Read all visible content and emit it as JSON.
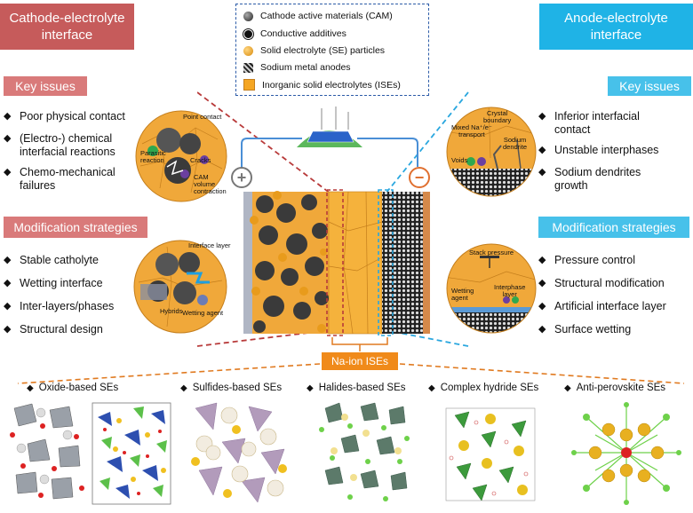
{
  "legend": {
    "items": [
      {
        "label": "Cathode active materials (CAM)",
        "color": "#3a3a3a"
      },
      {
        "label": "Conductive additives",
        "color": "#111111"
      },
      {
        "label": "Solid electrolyte (SE) particles",
        "color": "#f2a62b"
      },
      {
        "label": "Sodium metal anodes",
        "color": "#555555"
      },
      {
        "label": "Inorganic solid electrolytes (ISEs)",
        "color": "#f5a623"
      }
    ]
  },
  "left": {
    "header": "Cathode-electrolyte\ninterface",
    "key_issues_label": "Key issues",
    "key_issues": [
      "Poor physical contact",
      "(Electro-) chemical\ninterfacial reactions",
      "Chemo-mechanical\nfailures"
    ],
    "strategies_label": "Modification strategies",
    "strategies": [
      "Stable catholyte",
      "Wetting interface",
      "Inter-layers/phases",
      "Structural design"
    ],
    "issue_labels": {
      "point_contact": "Point contact",
      "parasitic": "Parasitic\nreaction",
      "cracks": "Cracks",
      "cam_volume": "CAM\nvolume\ncontraction"
    },
    "strategy_labels": {
      "interface_layer": "Interface layer",
      "hybrids": "Hybrids",
      "wetting_agent": "Wetting agent"
    }
  },
  "right": {
    "header": "Anode-electrolyte\ninterface",
    "key_issues_label": "Key issues",
    "key_issues": [
      "Inferior interfacial\ncontact",
      "Unstable interphases",
      "Sodium dendrites\ngrowth"
    ],
    "strategies_label": "Modification strategies",
    "strategies": [
      "Pressure control",
      "Structural modification",
      "Artificial interface layer",
      "Surface wetting"
    ],
    "issue_labels": {
      "crystal_boundary": "Crystal\nboundary",
      "mixed": "Mixed Na⁺/e⁻\ntransport",
      "dendrite": "Sodium\ndendrite",
      "voids": "Voids"
    },
    "strategy_labels": {
      "stack_pressure": "Stack pressure",
      "interphase": "Interphase\nlayer",
      "wetting_agent": "Wetting\nagent"
    }
  },
  "center": {
    "na_ion_label": "Na-ion ISEs",
    "plus": "+",
    "minus": "−"
  },
  "se_types": [
    "Oxide-based SEs",
    "Sulfides-based SEs",
    "Halides-based SEs",
    "Complex hydride SEs",
    "Anti-perovskite SEs"
  ],
  "colors": {
    "red": "#c65b5b",
    "blue": "#1fb3e6",
    "orange": "#f5a623",
    "dash_red": "#b83a3a",
    "dash_blue": "#2aa7df"
  }
}
